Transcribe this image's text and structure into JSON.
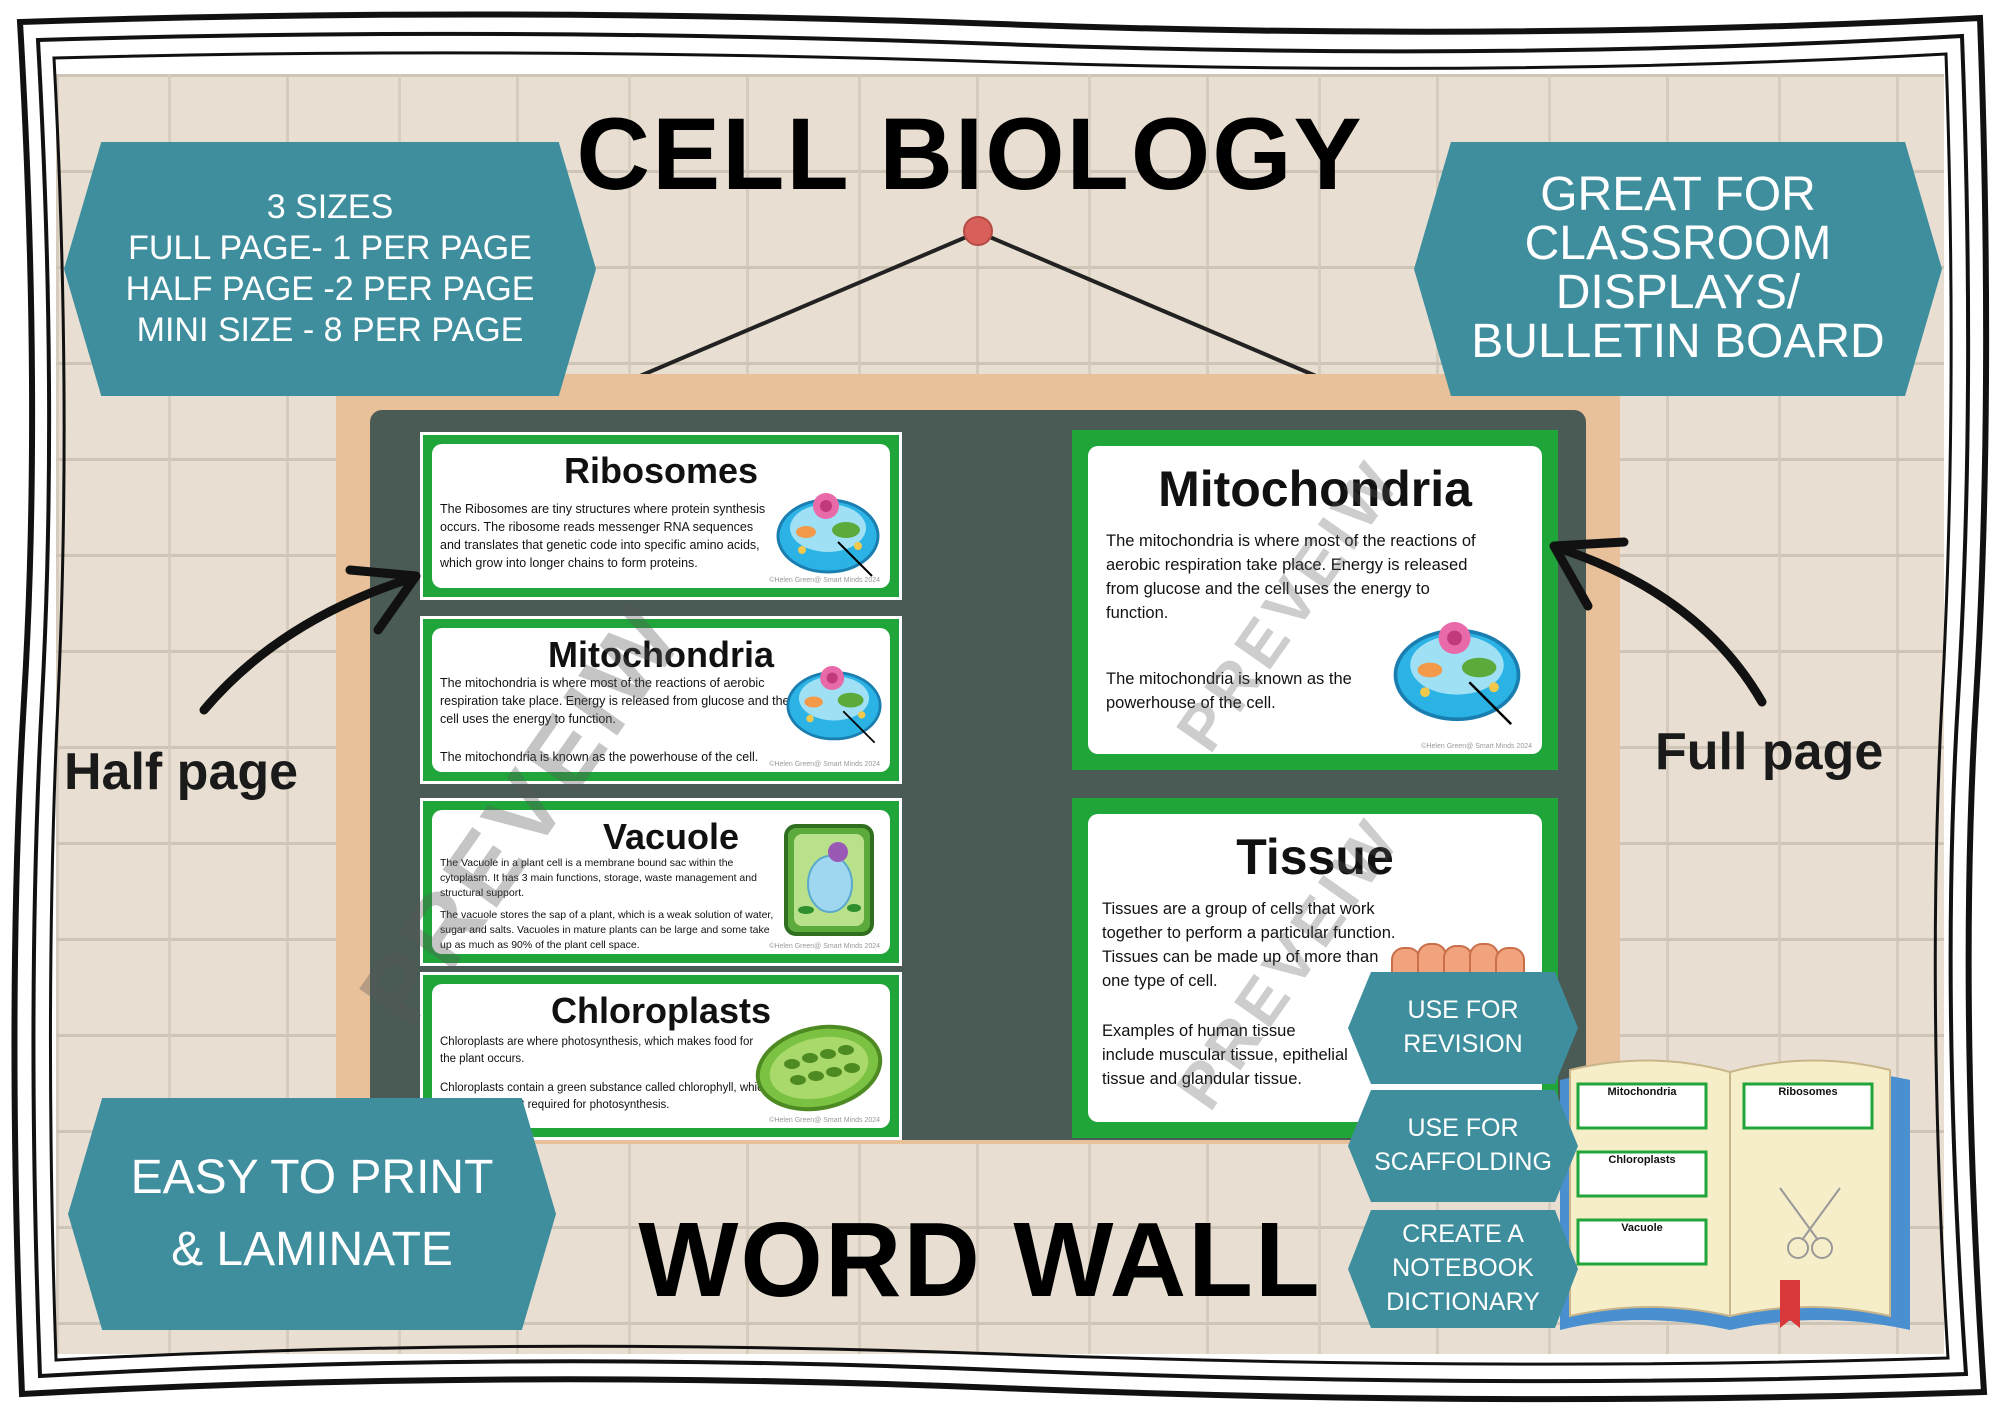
{
  "titles": {
    "top": "CELL BIOLOGY",
    "bottom": "WORD WALL"
  },
  "badges": {
    "sizes": [
      "3 SIZES",
      "FULL PAGE- 1 PER PAGE",
      "HALF PAGE -2 PER PAGE",
      "MINI SIZE - 8 PER PAGE"
    ],
    "great": [
      "GREAT FOR",
      "CLASSROOM",
      "DISPLAYS/",
      "BULLETIN BOARD"
    ],
    "print": [
      "EASY TO PRINT",
      "& LAMINATE"
    ],
    "revision": [
      "USE FOR",
      "REVISION"
    ],
    "scaffolding": [
      "USE FOR",
      "SCAFFOLDING"
    ],
    "dictionary": [
      "CREATE A",
      "NOTEBOOK",
      "DICTIONARY"
    ]
  },
  "labels": {
    "half": "Half page",
    "full": "Full page"
  },
  "watermark": "PREVEIW",
  "copyright": "©Helen Green@ Smart Minds 2024",
  "cards": {
    "ribosomes": {
      "title": "Ribosomes",
      "text": "The Ribosomes are tiny structures where protein synthesis occurs. The ribosome reads messenger RNA sequences and translates that genetic code into specific amino acids, which grow into longer chains to form proteins."
    },
    "mito_half": {
      "title": "Mitochondria",
      "text1": "The mitochondria is where most of the reactions of aerobic respiration take place. Energy is released from glucose and the cell uses the energy to function.",
      "text2": "The mitochondria is known as the powerhouse of the cell."
    },
    "vacuole": {
      "title": "Vacuole",
      "text1": "The Vacuole in a plant cell is a membrane bound sac within the cytoplasm. It has 3 main functions, storage, waste management and structural support.",
      "text2": "The vacuole stores the sap of a plant, which is a weak solution of water, sugar and salts. Vacuoles in mature plants can be large and some take up as much as 90% of the plant cell space."
    },
    "chloroplasts": {
      "title": "Chloroplasts",
      "text1": "Chloroplasts are where photosynthesis, which makes food for the plant occurs.",
      "text2": "Chloroplasts contain a green substance called chlorophyll, which absorbs the light required for photosynthesis."
    },
    "mito_full": {
      "title": "Mitochondria",
      "text1": "The mitochondria is where most of the reactions of aerobic respiration take place. Energy is released from glucose and the cell uses the energy to function.",
      "text2": "The mitochondria is known as the powerhouse of the cell."
    },
    "tissue": {
      "title": "Tissue",
      "text1": "Tissues are a group of cells that work together to perform a particular function. Tissues can be made up of more than one type of cell.",
      "text2": "Examples of human tissue include muscular tissue, epithelial tissue and glandular tissue."
    }
  },
  "notebook": {
    "left_cards": [
      "Mitochondria",
      "Chloroplasts",
      "Vacuole"
    ],
    "right_cards": [
      "Ribosomes"
    ]
  },
  "colors": {
    "teal": "#3f8e9e",
    "card_green": "#1fa53a",
    "board": "#4a5a54",
    "board_frame": "#e8c09a",
    "pin": "#d9605a"
  }
}
